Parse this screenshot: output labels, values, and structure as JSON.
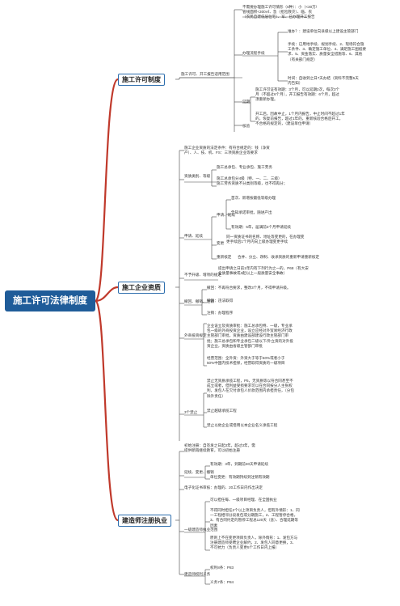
{
  "root": "施工许可法律制度",
  "b1": {
    "title": "施工许可制度",
    "sub": "施工许可、开工报告适用范围",
    "n1": "不需要办理施工许可情形（6种）：小（<30万/管线面积<300㎡、急（抢险救灾）、临、农（农民自建低层住宅）、军、已办理开工报告",
    "n2": "谁办？：建设单位向县级以上建设主管部门",
    "n3": "办理流程手续",
    "n4": "手续：已用地手续、规划手续、2、现场符合施工条件、3、确定施工单位、4、满足施工图纸要求、5、资金落实、质量安全措施等、6、其他（有关部门规定）",
    "n5": "时间：自收到之日7天办结（资料不完整5天内告知）",
    "n6": "延期",
    "n7": "施工许可证有效期：3个月，可以延期2次，每次3个月（不超过6个月），开工报告有效期：6个月，超过须重新办理。",
    "n8": "核验",
    "n9": "开工后，因故中止，1个月内报告，中止时间不超过1年的，恢复前报告，超过1年的，重新核验合格后开工。不合格的规定的，（建设单位申请）"
  },
  "b2": {
    "title": "施工企业资质",
    "n1": "施工企业资质的法定条件：有符合规定的：钱（净资产）、人、技、机、FS：三项资质企业等要求",
    "n2": "资质类别、等级",
    "n3": "施工总承包、专业承包、施工劳务",
    "n4": "施工总承包分4级（特、一、二、三级）\n施工劳务资质不分类别等级，也不得再分；",
    "n5": "申请、延续",
    "n6": "申请、延续",
    "n7": "首次、新增按最低等级办理",
    "n8": "告知承诺审批，随进产出",
    "n9": "有效期：5年，届满前3个月申请延续",
    "n10": "变更",
    "n11": "同一资质证书的名称、地址等变更的，在办理变更手续后1个月内向上级办理变更手续",
    "n12": "重新核定",
    "n13": "合并、分立、改制、收承资质的重新申请重新核定",
    "n14": "不予升级、增项的规定",
    "n15": "提出申请之日前1年内有下列行为之一的，P68（有大安全质量事故或3起以上一般质量安全事故）",
    "n16": "撤回、撤销、注销",
    "n17": "撤回：不再符合要求，整改3个月，不得申请升级。",
    "n18": "撤销：违法取得",
    "n19": "注销：办理程序",
    "n20": "外商投资规定",
    "n21": "企业设立及资质审批：施工总承包特、一级，专业承包一级的外商投资企业，设立应经对外贸易经济行政主管部门审批，资质由建设部建设行政主管部门审批；施工总承包和专业承包二级以下/外立资的对外投资企业，资质由省级主管部门审批",
    "n22": "经营范围：全外资：外资大于等于50%或者小于50%中国内技术担保，经营取得资质的一级项目",
    "n23": "3个禁止",
    "n24": "禁止无资质承揽工程，P5，无资质等以符合同甚至不成立或者，但利益受损要求可以在合同按分人主张权利，发包人在欠付承包人价款范围内承担责任，（分包除外责任）",
    "n25": "禁止越级承揽工程",
    "n26": "禁止以他企业或借用以本企业名义承揽工程"
  },
  "b3": {
    "title": "建造师注册执业",
    "n1": "初始注册：自签发之日起3年，超过3年，需提供新再继续教育，可以初始注册",
    "n2": "延续、变更、撤销",
    "n3": "有效期：3年，到期前30天申请延续",
    "n4": "单位变更：有效期持续到注销有效期",
    "n5": "电子化证书审核：办理的、20工作日内作出决定",
    "n6": "可以担任每、一级项目经理、在全国执业",
    "n7": "一级建造师执业范围",
    "n8": "不得同时担任2个以上项目负责人，但有外情形：1、同一工程相邻分段发包或分期施工，2、工程暂停合格，3、有合同约定的暂停工程总120天（含）、合理延期等因素",
    "n9": "原则上不在变更项目负责人，除外情形：1、发包方与注册建造师受聘企业解约，2、发包人同意更换，3、不可抗力（负责人变更5个工作日内上报）",
    "n10": "建造师权利义务",
    "n11": "权利8条：P83",
    "n12": "义务7条：P84"
  }
}
